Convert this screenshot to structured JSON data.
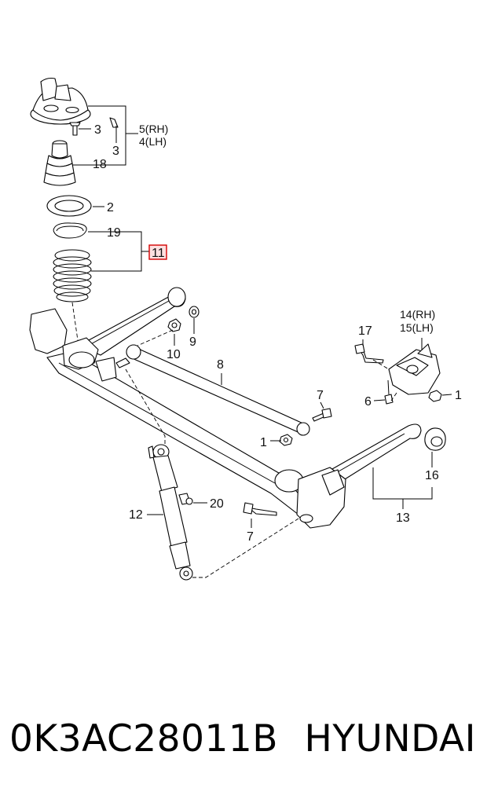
{
  "callouts": {
    "c1a": "1",
    "c1b": "1",
    "c2": "2",
    "c3a": "3",
    "c3b": "3",
    "c5": "5(RH)",
    "c4": "4(LH)",
    "c6": "6",
    "c7a": "7",
    "c7b": "7",
    "c8": "8",
    "c9": "9",
    "c10": "10",
    "c11": "11",
    "c12": "12",
    "c13": "13",
    "c14": "14(RH)",
    "c15": "15(LH)",
    "c16": "16",
    "c17": "17",
    "c18": "18",
    "c19": "19",
    "c20": "20"
  },
  "highlight_color": "#d40000",
  "footer": {
    "part_number": "0K3AC28011B",
    "brand": "HYUNDAI"
  }
}
